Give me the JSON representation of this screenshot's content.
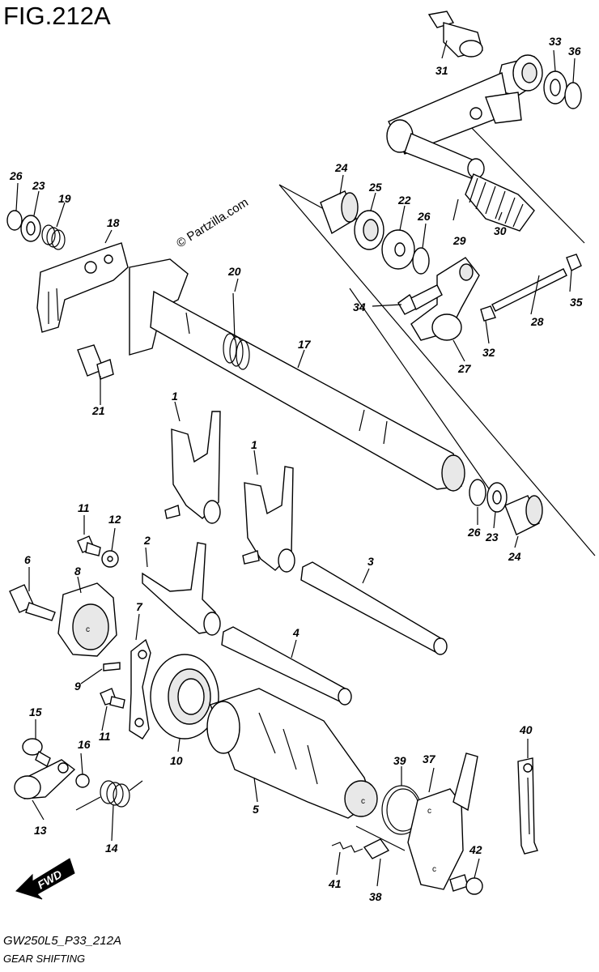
{
  "header": {
    "title": "FIG.212A"
  },
  "watermark": "© Partzilla.com",
  "footer": {
    "drawing_code": "GW250L5_P33_212A",
    "section_name": "GEAR SHIFTING"
  },
  "badge": {
    "fwd_label": "FWD"
  },
  "callouts": {
    "c1a": "1",
    "c1b": "1",
    "c2": "2",
    "c3": "3",
    "c4": "4",
    "c5": "5",
    "c6": "6",
    "c7": "7",
    "c8": "8",
    "c9": "9",
    "c10": "10",
    "c11a": "11",
    "c11b": "11",
    "c12": "12",
    "c13": "13",
    "c14": "14",
    "c15": "15",
    "c16": "16",
    "c17": "17",
    "c18": "18",
    "c19": "19",
    "c20": "20",
    "c21": "21",
    "c22": "22",
    "c23a": "23",
    "c23b": "23",
    "c24a": "24",
    "c24b": "24",
    "c25": "25",
    "c26a": "26",
    "c26b": "26",
    "c26c": "26",
    "c27": "27",
    "c28": "28",
    "c29": "29",
    "c30": "30",
    "c31": "31",
    "c32": "32",
    "c33": "33",
    "c34": "34",
    "c35": "35",
    "c36": "36",
    "c37": "37",
    "c38": "38",
    "c39": "39",
    "c40": "40",
    "c41": "41",
    "c42": "42"
  }
}
